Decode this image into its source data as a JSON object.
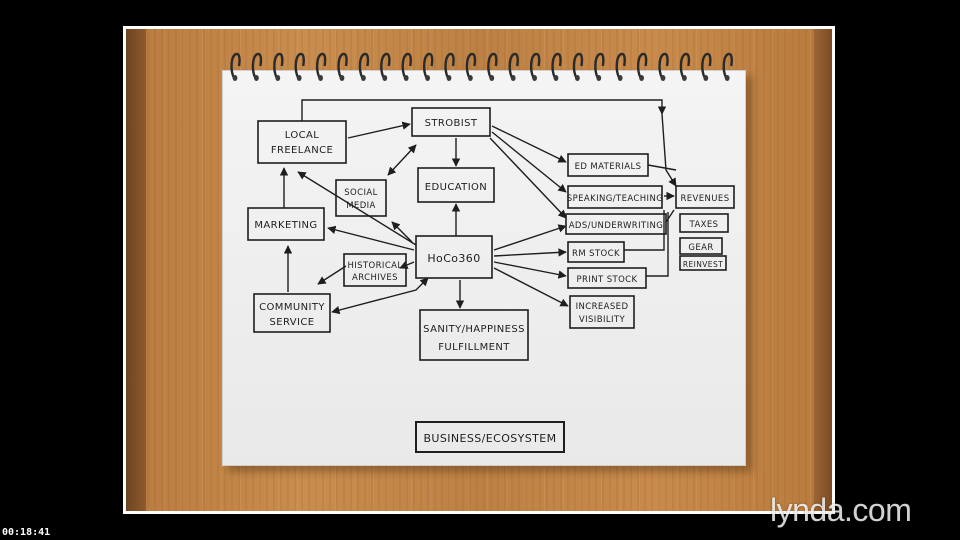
{
  "diagram": {
    "nodes": {
      "local_freelance": [
        "LOCAL",
        "FREELANCE"
      ],
      "strobist": "STROBIST",
      "education": "EDUCATION",
      "social_media": [
        "SOCIAL",
        "MEDIA"
      ],
      "marketing": "MARKETING",
      "hoco360": "HoCo360",
      "historical_archives": [
        "HISTORICAL",
        "ARCHIVES"
      ],
      "community_service": [
        "COMMUNITY",
        "SERVICE"
      ],
      "sanity_happiness": [
        "SANITY/HAPPINESS",
        "FULFILLMENT"
      ],
      "ed_materials": "ED MATERIALS",
      "speaking_teaching": "SPEAKING/TEACHING",
      "ads_underwriting": "ADS/UNDERWRITING",
      "rm_stock": "RM STOCK",
      "print_stock": "PRINT STOCK",
      "increased_visibility": [
        "INCREASED",
        "VISIBILITY"
      ],
      "revenues": "REVENUES",
      "taxes": "TAXES",
      "gear": "GEAR",
      "reinvest": "REINVEST"
    },
    "title": "BUSINESS/ECOSYSTEM"
  },
  "timecode": "00:18:41",
  "logo": "lynda.com"
}
